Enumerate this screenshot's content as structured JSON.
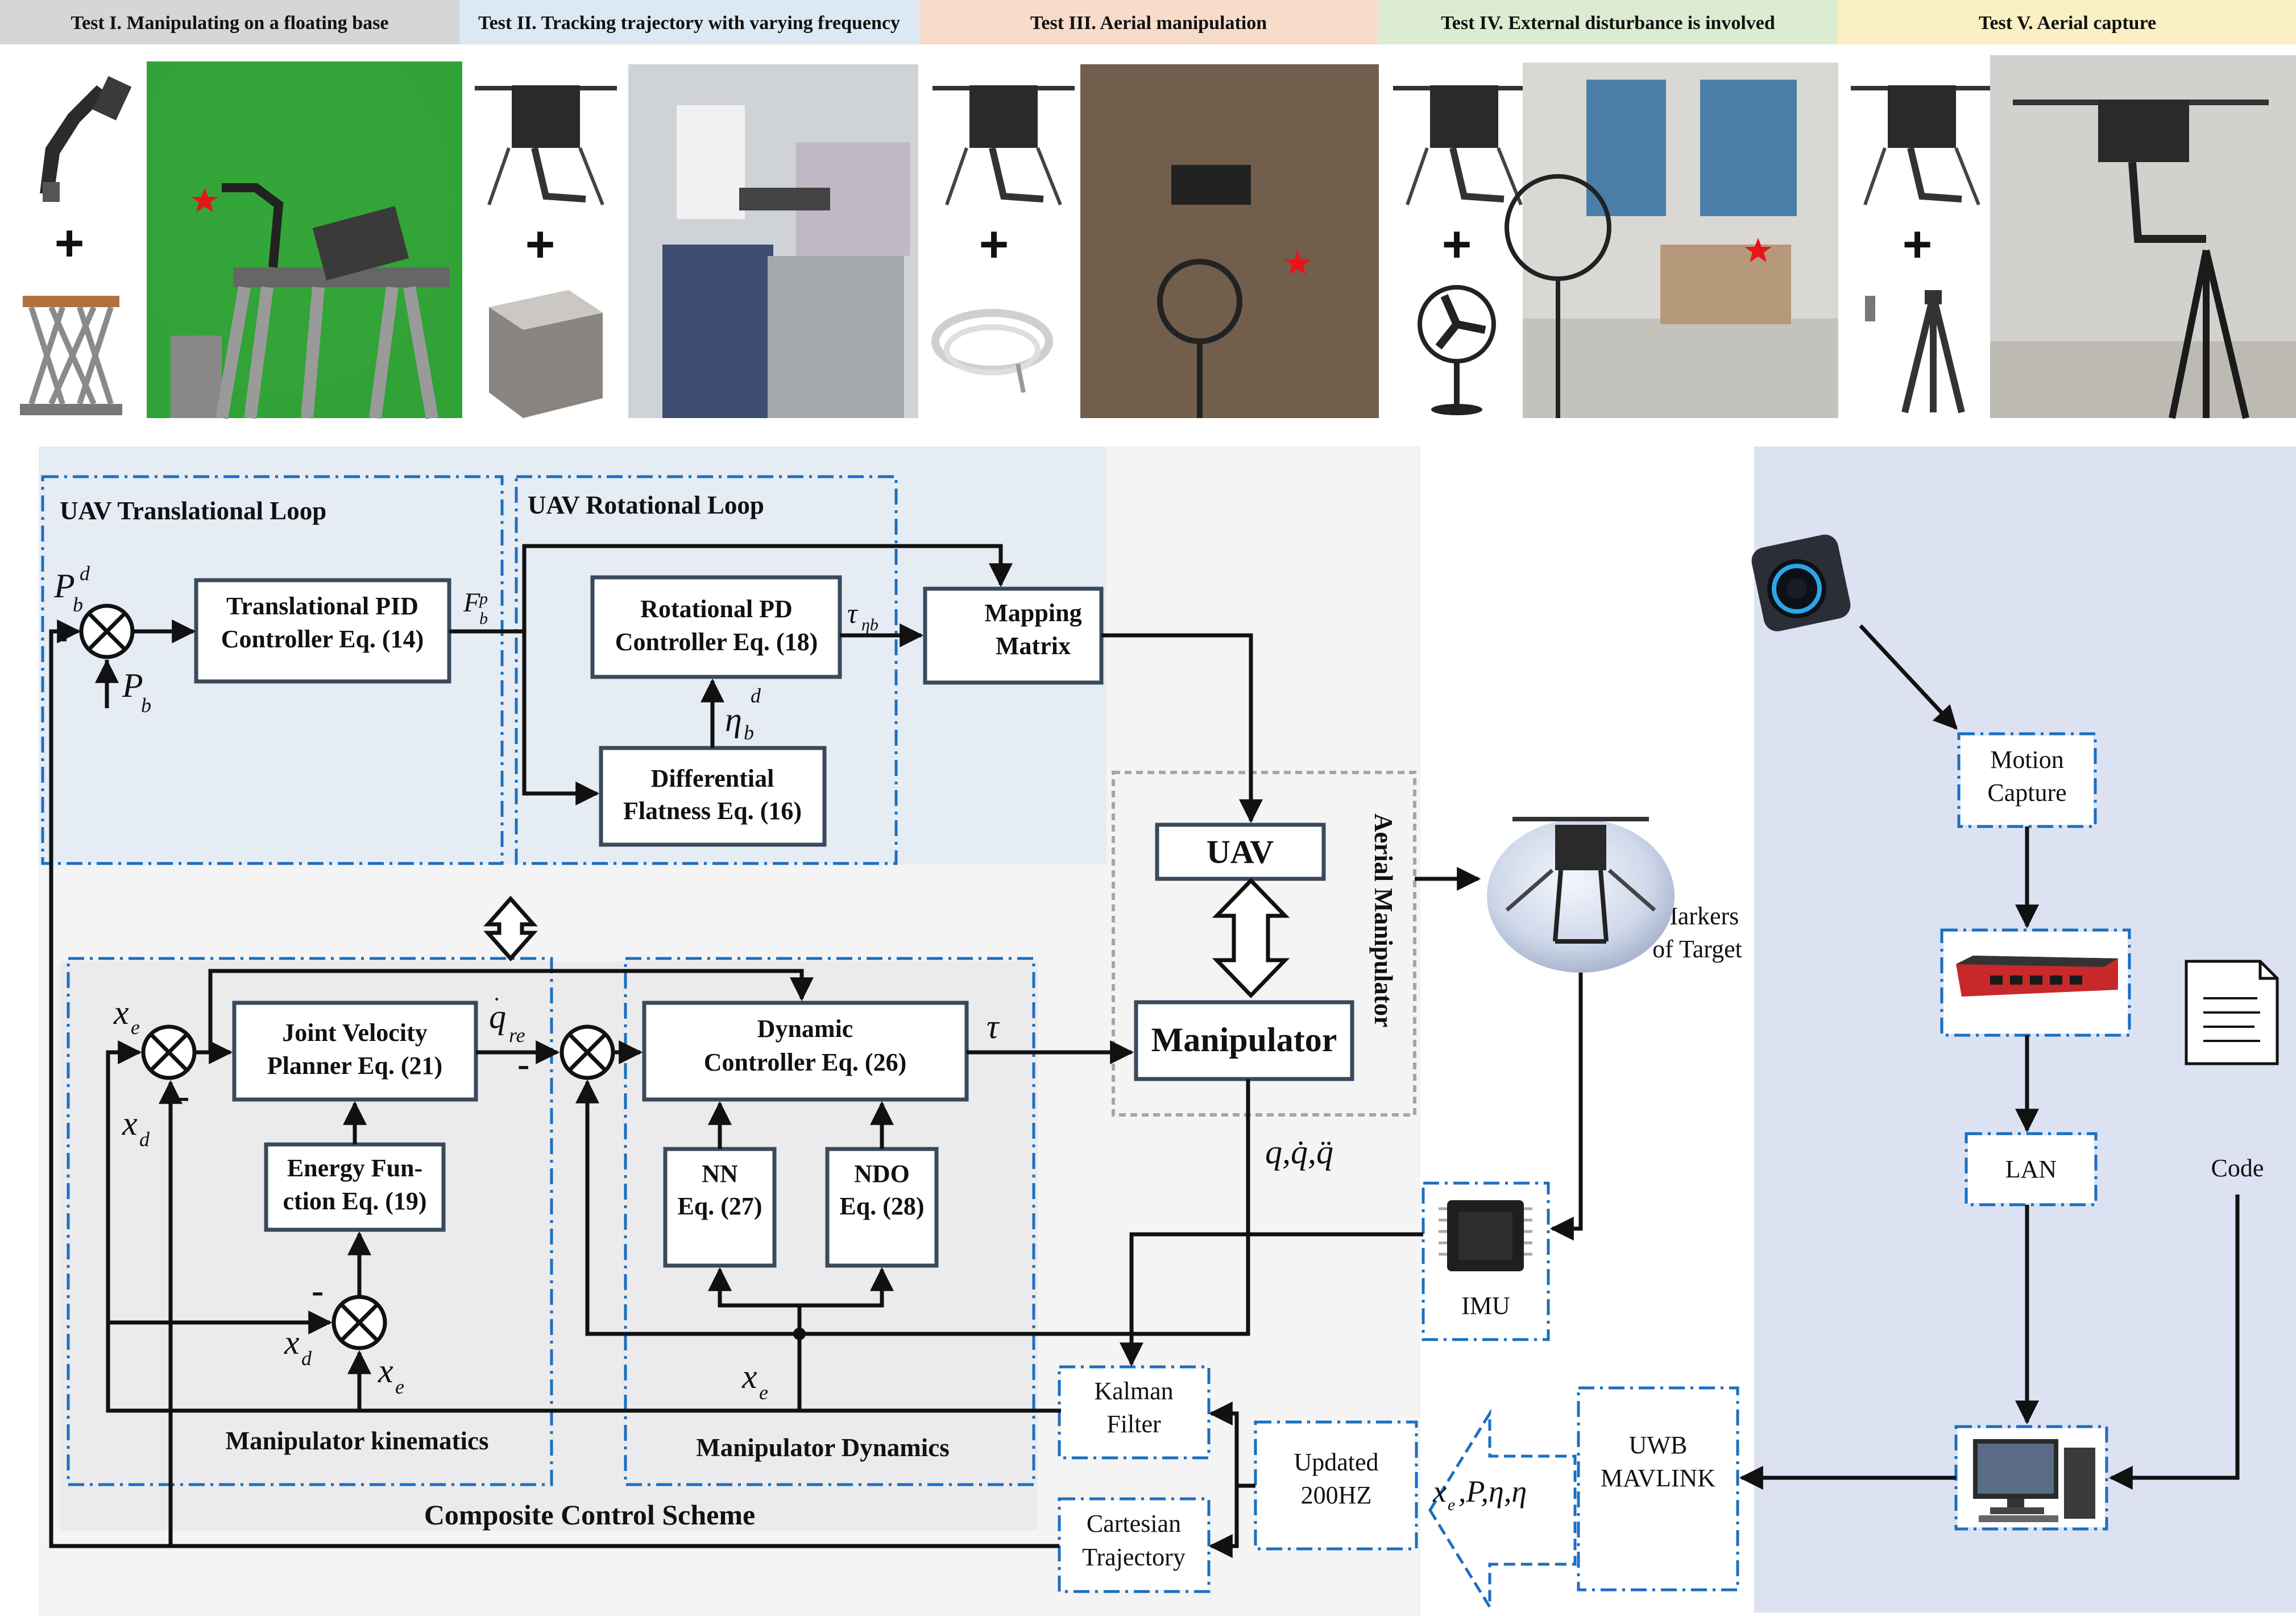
{
  "tests": [
    {
      "label": "Test I. Manipulating on a floating base",
      "color": "#d6d6d6"
    },
    {
      "label": "Test II. Tracking trajectory with varying frequency",
      "color": "#dce8f4"
    },
    {
      "label": "Test III. Aerial manipulation",
      "color": "#f7dcc9"
    },
    {
      "label": "Test IV. External disturbance is involved",
      "color": "#dcecd2"
    },
    {
      "label": "Test V. Aerial capture",
      "color": "#fbf0c4"
    }
  ],
  "plus_sign": "+",
  "sections": {
    "translational_loop": "UAV Translational Loop",
    "rotational_loop": "UAV Rotational Loop",
    "manipulator_kinematics": "Manipulator kinematics",
    "manipulator_dynamics": "Manipulator Dynamics",
    "composite": "Composite Control Scheme",
    "aerial_manipulator": "Aerial Manipulator"
  },
  "blocks": {
    "translational_pid": [
      "Translational PID",
      "Controller Eq. (14)"
    ],
    "rotational_pd": [
      "Rotational PD",
      "Controller Eq. (18)"
    ],
    "mapping_matrix": [
      "Mapping",
      "Matrix"
    ],
    "differential_flatness": [
      "Differential",
      "Flatness Eq. (16)"
    ],
    "uav": "UAV",
    "manipulator": "Manipulator",
    "joint_velocity": [
      "Joint Velocity",
      "Planner Eq. (21)"
    ],
    "energy_function": [
      "Energy Fun-",
      "ction Eq. (19)"
    ],
    "dynamic_controller": [
      "Dynamic",
      "Controller Eq. (26)"
    ],
    "nn": [
      "NN",
      "Eq. (27)"
    ],
    "ndo": [
      "NDO",
      "Eq. (28)"
    ],
    "kalman": [
      "Kalman",
      "Filter"
    ],
    "cartesian": [
      "Cartesian",
      "Trajectory"
    ],
    "updated": [
      "Updated",
      "200HZ"
    ],
    "uwb": [
      "UWB",
      "MAVLINK"
    ],
    "motion_capture": [
      "Motion",
      "Capture"
    ],
    "lan": "LAN",
    "imu": "IMU",
    "code": "Code",
    "markers": [
      "Markers",
      "of Target"
    ]
  },
  "symbols": {
    "minus": "-",
    "P_b_d": "P",
    "P_b": "P",
    "F_b_p": "F",
    "tau_eta_b": "τ",
    "eta_b_d": "η",
    "x_e": "x",
    "x_d": "x",
    "q_re": "q",
    "tau": "τ",
    "q_vec": "q,q̇,q̈",
    "feedback_vec": "x"
  },
  "colors": {
    "dashed_blue": "#1b6fc0",
    "loop_bg": "#e6ecf4",
    "scheme_bg": "#f4f4f4",
    "manip_bg": "#ebeaec",
    "right_panel_bg": "#dde2f2",
    "marker_star": "#e8141b"
  }
}
